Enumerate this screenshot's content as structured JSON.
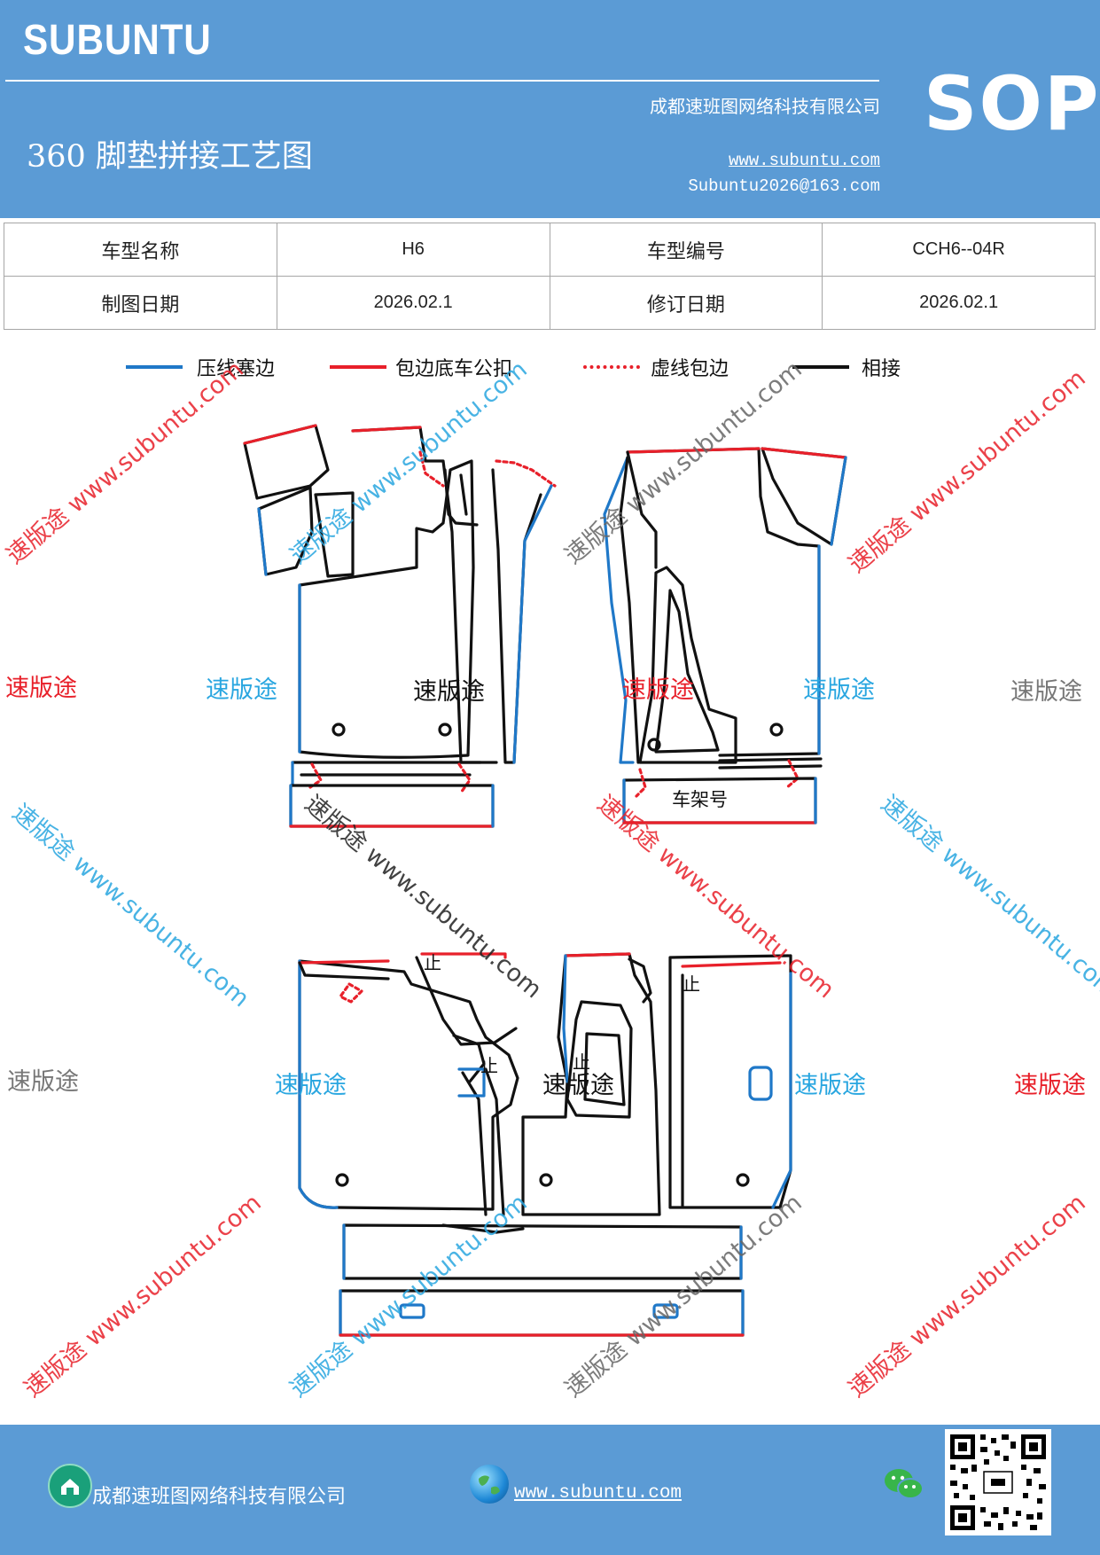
{
  "header": {
    "brand": "SUBUNTU",
    "company": "成都速班图网络科技有限公司",
    "title": "360 脚垫拼接工艺图",
    "website": "www.subuntu.com",
    "email": "Subuntu2026@163.com",
    "badge": "SOP"
  },
  "info": {
    "model_name_label": "车型名称",
    "model_name": "H6",
    "model_code_label": "车型编号",
    "model_code": "CCH6--04R",
    "draw_date_label": "制图日期",
    "draw_date": "2026.02.1",
    "revise_date_label": "修订日期",
    "revise_date": "2026.02.1"
  },
  "legend": [
    {
      "label": "压线塞边",
      "color": "#1f78c8",
      "style": "solid"
    },
    {
      "label": "包边底车公扣",
      "color": "#e8202a",
      "style": "solid"
    },
    {
      "label": "虚线包边",
      "color": "#e8202a",
      "style": "dotted"
    },
    {
      "label": "相接",
      "color": "#111111",
      "style": "solid"
    }
  ],
  "diagram_labels": {
    "frame_number": "车架号",
    "stop_mark": "止"
  },
  "watermarks": {
    "brand_cn": "速版途",
    "brand_cn_url": "速版途 www.subuntu.com",
    "url": "www.subuntu.com"
  },
  "colors": {
    "header_bg": "#5b9bd5",
    "blue_edge": "#1f78c8",
    "red_edge": "#e8202a",
    "join": "#111111"
  },
  "footer": {
    "company": "成都速班图网络科技有限公司",
    "website": "www.subuntu.com",
    "icons": [
      "home-icon",
      "globe-icon",
      "wechat-icon",
      "qr-code"
    ]
  }
}
